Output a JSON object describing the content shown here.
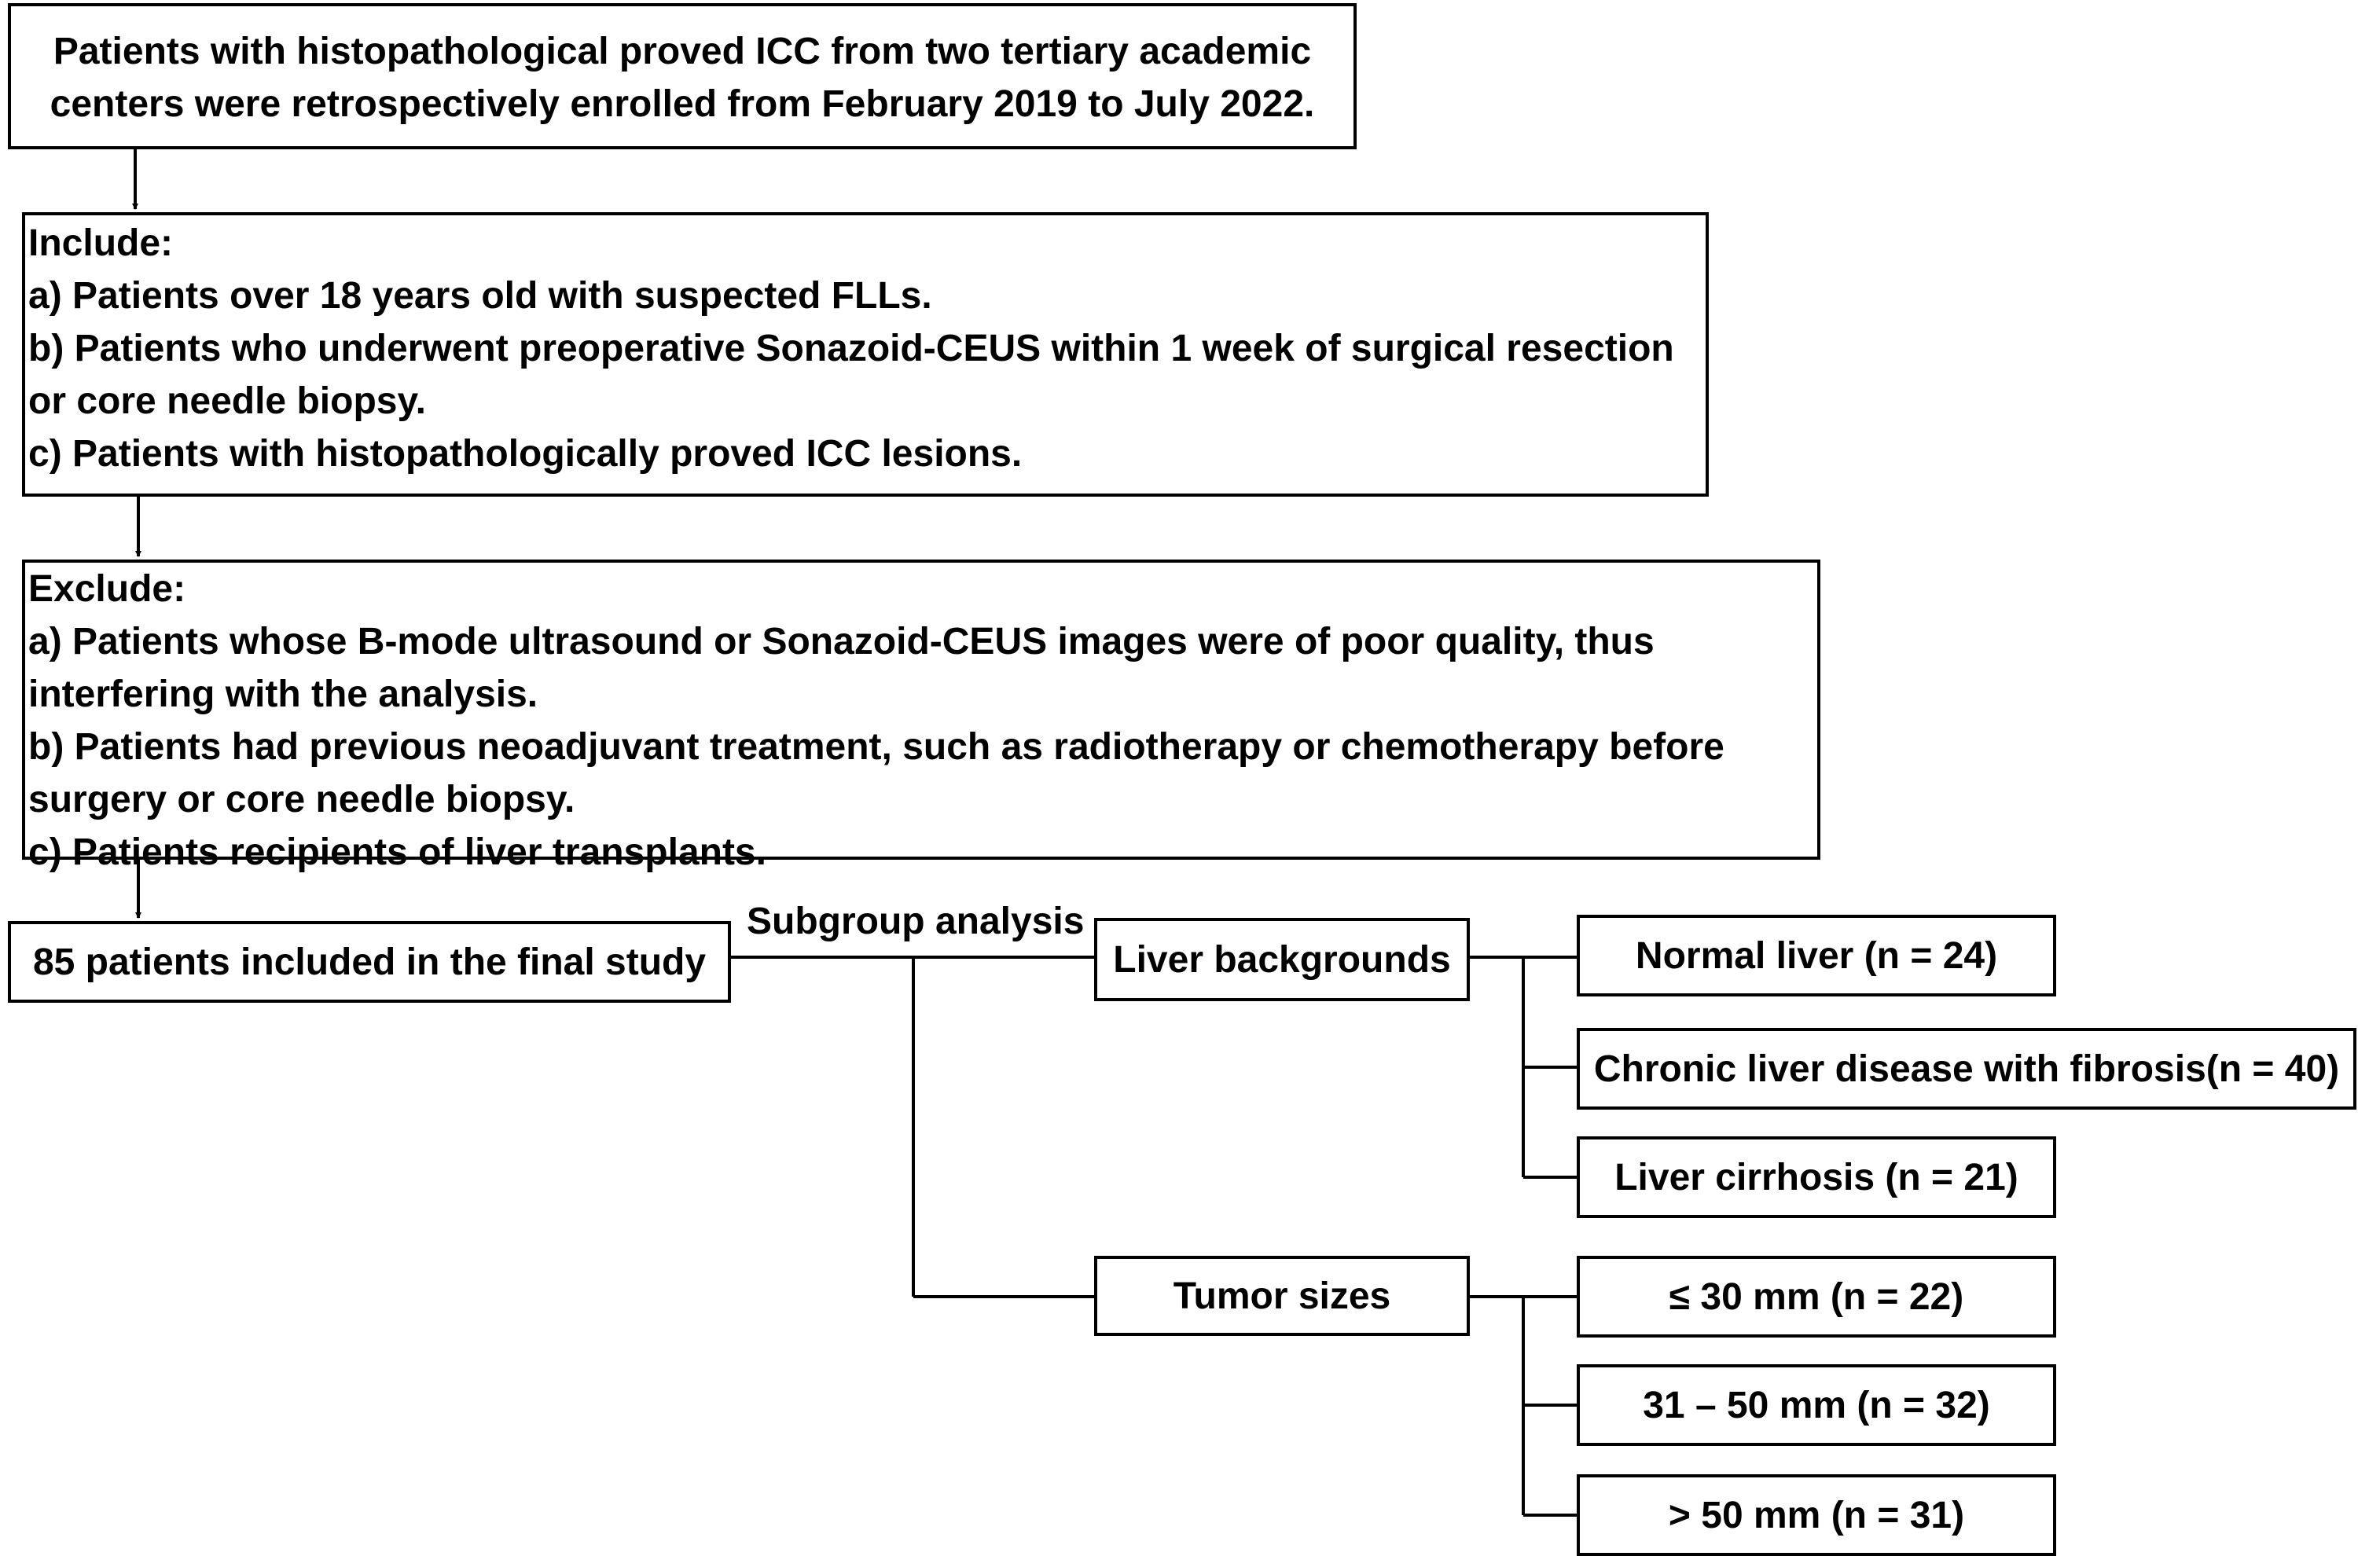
{
  "enrollment": {
    "lines": [
      "Patients with histopathological proved ICC from two tertiary academic",
      "centers were retrospectively enrolled from February 2019 to July 2022."
    ]
  },
  "include": {
    "title": "Include:",
    "lines": [
      "a) Patients over 18 years old with suspected FLLs.",
      "b) Patients who underwent preoperative Sonazoid-CEUS within 1 week of surgical resection",
      "or core needle biopsy.",
      "c) Patients with histopathologically proved ICC lesions."
    ]
  },
  "exclude": {
    "title": "Exclude:",
    "lines": [
      "a) Patients whose B-mode ultrasound or Sonazoid-CEUS images were of poor quality, thus",
      "interfering with the analysis.",
      "b) Patients had previous neoadjuvant treatment, such as radiotherapy or chemotherapy before",
      "surgery or core needle biopsy.",
      "c) Patients recipients of liver transplants."
    ]
  },
  "final_study": "85 patients included in the final study",
  "subgroup_label": "Subgroup analysis",
  "liver_backgrounds": {
    "label": "Liver backgrounds",
    "items": [
      "Normal liver (n = 24)",
      "Chronic liver disease with fibrosis(n = 40)",
      "Liver cirrhosis (n = 21)"
    ]
  },
  "tumor_sizes": {
    "label": "Tumor sizes",
    "items": [
      "≤ 30 mm (n = 22)",
      "31 – 50 mm (n = 32)",
      "> 50 mm (n = 31)"
    ]
  },
  "colors": {
    "stroke": "#000000",
    "background": "#ffffff"
  }
}
